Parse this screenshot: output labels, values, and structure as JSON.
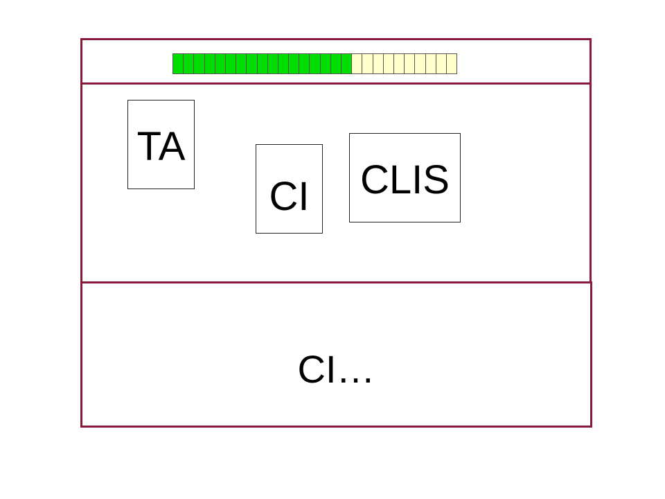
{
  "progress": {
    "total_segments": 27,
    "filled_segments": 17,
    "filled_color": "#00dd00",
    "empty_color": "#ffffcc"
  },
  "cards": {
    "ta": "TA",
    "ci": "CI",
    "clis": "CLIS"
  },
  "answer": "CI…"
}
